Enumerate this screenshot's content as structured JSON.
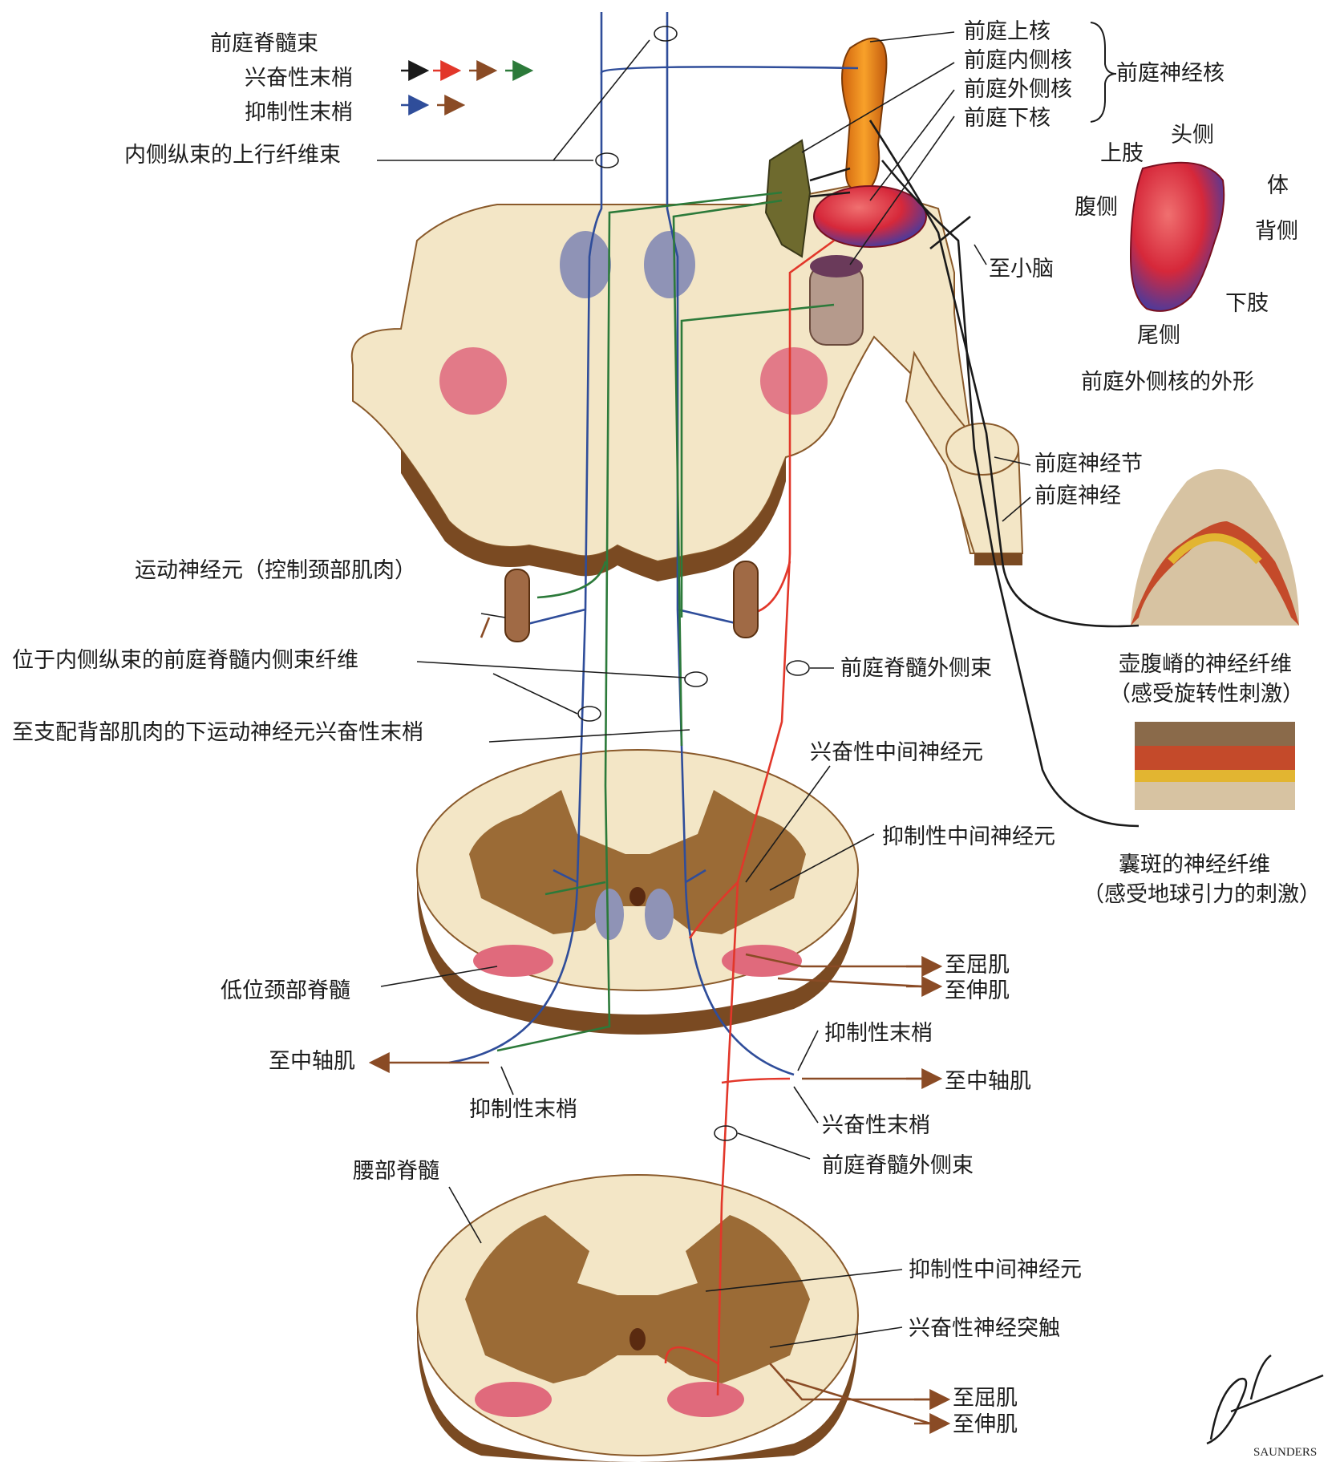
{
  "legend": {
    "title": "前庭脊髓束",
    "excitatory": "兴奋性末梢",
    "inhibitory": "抑制性末梢",
    "excitatory_colors": [
      "#1a1a1a",
      "#e2372a",
      "#8a4b25",
      "#2c7a3a"
    ],
    "inhibitory_colors": [
      "#2f4d9a",
      "#8a4b25"
    ]
  },
  "labels": {
    "mlf_ascending": "内侧纵束的上行纤维束",
    "vest_superior": "前庭上核",
    "vest_medial": "前庭内侧核",
    "vest_lateral": "前庭外侧核",
    "vest_inferior": "前庭下核",
    "vest_nuclei": "前庭神经核",
    "to_cerebellum": "至小脑",
    "lateral_nucleus_shape": "前庭外侧核的外形",
    "orient_rostral": "头侧",
    "orient_upper_limb": "上肢",
    "orient_body": "体",
    "orient_ventral": "腹侧",
    "orient_dorsal": "背侧",
    "orient_lower_limb": "下肢",
    "orient_caudal": "尾侧",
    "vest_ganglion": "前庭神经节",
    "vest_nerve": "前庭神经",
    "motor_neuron_neck": "运动神经元（控制颈部肌肉）",
    "mlf_medial_fibers": "位于内侧纵束的前庭脊髓内侧束纤维",
    "lateral_vs_tract_1": "前庭脊髓外侧束",
    "crista_fibers": "壶腹嵴的神经纤维",
    "crista_note": "（感受旋转性刺激）",
    "to_back_motor": "至支配背部肌肉的下运动神经元兴奋性末梢",
    "exc_interneuron_1": "兴奋性中间神经元",
    "inh_interneuron_1": "抑制性中间神经元",
    "macula_fibers": "囊斑的神经纤维",
    "macula_note": "（感受地球引力的刺激）",
    "to_flexor_1": "至屈肌",
    "to_extensor_1": "至伸肌",
    "low_cervical": "低位颈部脊髓",
    "inh_ending_1": "抑制性末梢",
    "to_axial_left": "至中轴肌",
    "to_axial_right": "至中轴肌",
    "inh_ending_2": "抑制性末梢",
    "exc_ending": "兴奋性末梢",
    "lateral_vs_tract_2": "前庭脊髓外侧束",
    "lumbar": "腰部脊髓",
    "inh_interneuron_2": "抑制性中间神经元",
    "exc_synapse": "兴奋性神经突触",
    "to_flexor_2": "至屈肌",
    "to_extensor_2": "至伸肌"
  },
  "signature": {
    "name": "F. Netter M.D.",
    "publisher": "SAUNDERS"
  }
}
